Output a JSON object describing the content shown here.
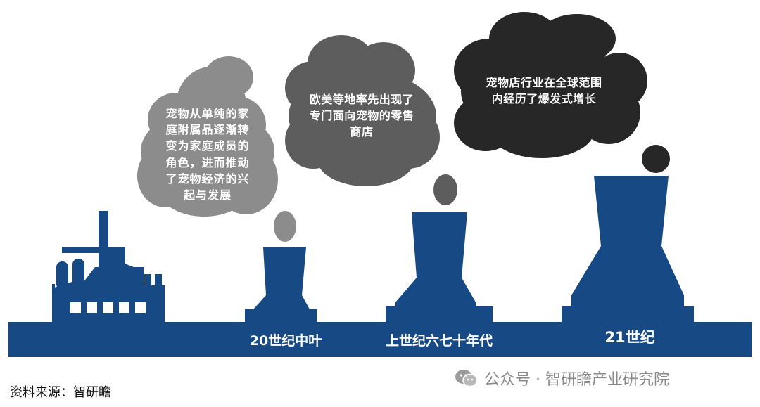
{
  "colors": {
    "ground": "#174a85",
    "cloud_light": "#8c8c8c",
    "cloud_mid": "#5d5d5d",
    "cloud_dark": "#272727",
    "text_on_shape": "#ffffff",
    "watermark": "#8a8a8a"
  },
  "clouds": [
    {
      "lines": [
        "宠物从单纯的家",
        "庭附属品逐渐转",
        "变为家庭成员的",
        "角色，进而推动",
        "了宠物经济的兴",
        "起与发展"
      ]
    },
    {
      "lines": [
        "欧美等地率先出现了",
        "专门面向宠物的零售",
        "商店"
      ]
    },
    {
      "lines": [
        "宠物店行业在全球范围",
        "内经历了爆发式增长"
      ]
    }
  ],
  "eras": [
    {
      "label": "20世纪中叶"
    },
    {
      "label": "上世纪六七十年代"
    },
    {
      "label": "21世纪"
    }
  ],
  "source": "资料来源：智研瞻",
  "watermark": "公众号 · 智研瞻产业研究院"
}
